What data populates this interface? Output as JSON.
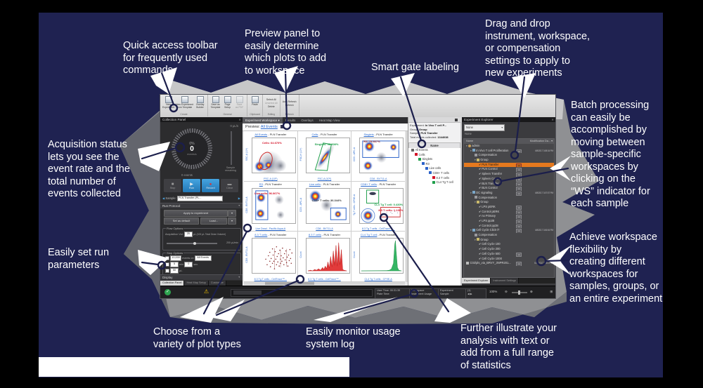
{
  "callouts": {
    "quick_access": "Quick access toolbar\nfor frequently used\ncommands",
    "preview_panel": "Preview panel to\neasily determine\nwhich plots to add\nto workspace",
    "smart_gate": "Smart gate labeling",
    "drag_drop": "Drag and drop\ninstrument, workspace,\nor compensation\nsettings to apply to\nnew experiments",
    "batch": "Batch processing\ncan easily be\naccomplished by\nmoving between\nsample-specific\nworkspaces by\nclicking on the\n“WS” indicator for\neach sample",
    "workspace_flex": "Achieve workspace\nflexibility by\ncreating different\nworkspaces for\nsamples, groups, or\nan entire experiment",
    "acquisition": "Acquisition status\nlets you see the\nevent rate and the\ntotal number of\nevents collected",
    "run_params": "Easily set run\nparameters",
    "plot_types": "Choose from a\nvariety of plot types",
    "usage_log": "Easily monitor usage\nsystem log",
    "statistics": "Further illustrate your\nanalysis with text or\nadd from a full range\nof statistics"
  },
  "ribbon": {
    "groups": [
      {
        "caption": "Create",
        "type": "big",
        "buttons": [
          {
            "l": "New\nExperiment"
          },
          {
            "l": "New Experiment\nfrom Template"
          },
          {
            "l": "Overlay\nBuilder"
          }
        ]
      },
      {
        "caption": "General",
        "type": "big",
        "buttons": [
          {
            "l": "Save as\nTemplate"
          },
          {
            "l": "Page\nSetup"
          },
          {
            "l": "Save\nas PDF",
            "d": true
          }
        ]
      },
      {
        "caption": "Clipboard",
        "type": "big",
        "buttons": [
          {
            "l": "Paste"
          }
        ]
      },
      {
        "caption": "Editing",
        "type": "stack",
        "buttons": [
          {
            "l": "Select All"
          },
          {
            "l": "Unselect All",
            "d": true
          },
          {
            "l": "Delete"
          }
        ]
      },
      {
        "caption": "Refresh",
        "type": "stack",
        "buttons": [
          {
            "l": "Auto Refresh"
          },
          {
            "l": "Refresh"
          }
        ]
      }
    ]
  },
  "collection": {
    "title": "Collection Panel",
    "flow_rate": "0 μL/s",
    "gauge_pct": "0%",
    "gauge_count": "0",
    "gauge_unit": "events/s",
    "events_total": "0 events",
    "sample_remaining": "Sample\nremaining",
    "btn_stop": "Stop",
    "btn_run": "Run",
    "btn_record": "Record",
    "btn_clear": "Clear",
    "sample_label": "Sample:",
    "sample_value": "PLN Transfer (PL...",
    "run_protocol": "Run Protocol",
    "apply": "Apply to experiment",
    "set_default": "Set as default",
    "load": "Load...",
    "flow_options": "Flow Options",
    "acq_label": "Acquisition Vol:",
    "acq_value": "25",
    "acq_suffix": "μL (100 μL Total Draw Volume)",
    "rate_label": "200 μL/min",
    "stop_options": "Stop Options",
    "stop1_value": "10,000",
    "stop1_text": "events on",
    "stop1_select": "All Events",
    "stop2_value": "5",
    "stop2_unit": "min",
    "stop2_value2": "0",
    "stop2_unit2": "sec",
    "stop3_value": "50",
    "stop3_unit": "μL",
    "display": "Display",
    "tabs": [
      "Collection Panel",
      "Heat Map Setup",
      "Customize"
    ]
  },
  "workspace": {
    "tabs": [
      "Experiment Workspace ▾",
      "Results",
      "Overlays",
      "Heat Map View"
    ],
    "preview_label": "Preview:",
    "preview_link": "All Events",
    "plots": [
      {
        "link": "All Events",
        "suffix": " - PLN Transfer",
        "viz": "p1",
        "x": "FSC-A (10⁶)",
        "y": "SSC-A (10⁶)",
        "stats": [
          {
            "t": "Cells: 64.670%",
            "c": "#d31126"
          }
        ]
      },
      {
        "link": "Cells",
        "suffix": " - PLN Transfer",
        "viz": "p2",
        "x": "FSC-A (10⁶)",
        "y": "FSC-H (10⁶)",
        "stats": [
          {
            "t": "Singlets: 98.908%",
            "c": "#1e9e4a"
          }
        ]
      },
      {
        "link": "Singlets",
        "suffix": " - PLN Transfer",
        "viz": "p3",
        "x": "CD8 - BV711-A",
        "y": "CD3 - APC-A",
        "stats": [
          {
            "t": "R3: 79.667%",
            "c": "#a33636"
          }
        ]
      },
      {
        "link": "R3",
        "suffix": " - PLN Transfer",
        "viz": "p4",
        "x": "Live Dead - Pacific Aqua-A",
        "y": "CD8 - BV711-A",
        "stats": [
          {
            "t": "Live cells: 96.067%",
            "c": "#d31126"
          }
        ]
      },
      {
        "link": "Live cells",
        "suffix": " - PLN Transfer",
        "viz": "p5",
        "x": "CD8 - BV711-A",
        "y": "CD3 - APC-A",
        "stats": [
          {
            "t": "CD8+ T cells: 36.344%",
            "c": "#3a3a3a"
          }
        ]
      },
      {
        "link": "CD8+ T cells",
        "suffix": " - PLN Transfer",
        "viz": "p6",
        "x": "8.3 Tg T cells - CellTrace™...",
        "y": "Tg T cells - CFSE-A",
        "stats": [
          {
            "t": "CL4 Tg T cell: 0.430%",
            "c": "#1e9e4a"
          },
          {
            "t": "8.3 T cells: 1.130%",
            "c": "#d31126"
          }
        ]
      },
      {
        "link": "8.3 T cells",
        "suffix": " - PLN Transfer",
        "viz": "p7",
        "x": "8.3 Tg T cells - CellTrace™...",
        "y": "CD8 - BV711-A",
        "stats": []
      },
      {
        "link": "8.3 T cells",
        "suffix": " - PLN Transfer",
        "viz": "p8",
        "x": "8.3 Tg T cells - CellTrace™...",
        "y": "Count",
        "stats": []
      },
      {
        "link": "CL4 Tg T cell",
        "suffix": " - PLN Transfer",
        "viz": "p9",
        "x": "CL4 Tg T cells - CFSE-A",
        "y": "Count",
        "stats": []
      }
    ]
  },
  "gate_panel": {
    "labels": {
      "experiment": "Experiment:",
      "group": "Group:",
      "sample": "Sample:",
      "events": "Total events collected:"
    },
    "values": {
      "experiment": "In Vivo T cell P...",
      "group": "Group",
      "sample": "PLN Transfer",
      "events": "1344038"
    },
    "name_header": "Name",
    "nodes": [
      {
        "ind": 0,
        "c": "#666",
        "l": "All Events"
      },
      {
        "ind": 1,
        "c": "#d31126",
        "l": "Cells"
      },
      {
        "ind": 2,
        "c": "#1e9e4a",
        "l": "Singlets"
      },
      {
        "ind": 3,
        "c": "#2a62c9",
        "l": "R3"
      },
      {
        "ind": 4,
        "c": "#2a62c9",
        "l": "Live cells"
      },
      {
        "ind": 5,
        "c": "#2a62c9",
        "l": "CD8+ T cells"
      },
      {
        "ind": 6,
        "c": "#d31126",
        "l": "8.3 T cells"
      },
      {
        "ind": 6,
        "c": "#1e9e4a",
        "l": "CL4 Tg T cell"
      }
    ]
  },
  "explorer": {
    "title": "Experiment Explorer",
    "filter_value": "None",
    "none_label": "None",
    "name_header": "Name",
    "mod_header": "Modification Da... ▾",
    "ws_label": "ws",
    "tabs": [
      "Experiment Explorer",
      "Instrument Settings"
    ],
    "rows": [
      {
        "ind": 0,
        "exp": 1,
        "icon": "u",
        "label": "admin"
      },
      {
        "ind": 1,
        "exp": 1,
        "icon": "x",
        "label": "In Vivo T cell Proliferation",
        "ws": 1,
        "date": "6/8/2017 3:08:34 PM"
      },
      {
        "ind": 2,
        "icon": "c",
        "label": "Compensation"
      },
      {
        "ind": 2,
        "exp": 1,
        "icon": "f",
        "label": "Group"
      },
      {
        "ind": 3,
        "chk": 1,
        "label": "PLN Transfer",
        "sel": 1,
        "ws": 1
      },
      {
        "ind": 3,
        "chk": 1,
        "label": "PLN Control",
        "ws": 1
      },
      {
        "ind": 3,
        "chk": 1,
        "label": "Spleen Transfer",
        "ws": 1
      },
      {
        "ind": 3,
        "chk": 1,
        "label": "Spleen Control",
        "ws": 1
      },
      {
        "ind": 3,
        "chk": 1,
        "label": "BLN Transfer",
        "ws": 1
      },
      {
        "ind": 3,
        "chk": 1,
        "label": "BLN Control",
        "ws": 1
      },
      {
        "ind": 1,
        "exp": 1,
        "icon": "x",
        "label": "DC signaling",
        "ws": 1,
        "date": "6/8/2017 3:07:57 PM"
      },
      {
        "ind": 2,
        "icon": "c",
        "label": "Compensation"
      },
      {
        "ind": 2,
        "exp": 1,
        "icon": "f",
        "label": "Group"
      },
      {
        "ind": 3,
        "chk": 1,
        "label": "LPS pERK",
        "ws": 1
      },
      {
        "ind": 3,
        "chk": 1,
        "label": "Control pERK",
        "ws": 1
      },
      {
        "ind": 3,
        "chk": 1,
        "label": "no Primary",
        "ws": 1
      },
      {
        "ind": 3,
        "chk": 1,
        "label": "LPS pp38",
        "ws": 1
      },
      {
        "ind": 3,
        "chk": 1,
        "label": "Control pp38",
        "ws": 1
      },
      {
        "ind": 1,
        "exp": 1,
        "icon": "x",
        "label": "Cell Cycle Click-iT",
        "ws": 1,
        "date": "6/8/2017 3:06:54 PM"
      },
      {
        "ind": 2,
        "icon": "c",
        "label": "Compensation"
      },
      {
        "ind": 2,
        "exp": 1,
        "icon": "f",
        "label": "Group"
      },
      {
        "ind": 3,
        "chk": 1,
        "label": "Cell Cycle 100"
      },
      {
        "ind": 3,
        "chk": 1,
        "label": "Cell Cycle 200"
      },
      {
        "ind": 3,
        "chk": 1,
        "label": "Cell Cycle 500",
        "ws": 1
      },
      {
        "ind": 3,
        "chk": 1,
        "label": "Cell Cycle 1000"
      },
      {
        "ind": 0,
        "icon": "d",
        "label": "C02\\pls_via_BRVY_3NPR201...",
        "ws": 1,
        "date": "5/10/2017 7:08:11 AM"
      }
    ]
  },
  "statusbar": {
    "user_time_label": "User Time:",
    "user_time_value": "00:31:39",
    "plate_time_label": "Plate Time:",
    "workspace_label": "Workspace",
    "usage_label": "Instrument Usage",
    "experiment_label": "Experiment",
    "sample_label": "Sample",
    "page": "(1)",
    "zoom": "100%"
  },
  "colors": {
    "panel_navy": "#1f2251",
    "arrow_navy": "#1b1e4b",
    "selected_orange": "#e5791e",
    "stat_red": "#d31126",
    "stat_green": "#1e9e4a",
    "gate_blue": "#2a62c9"
  }
}
